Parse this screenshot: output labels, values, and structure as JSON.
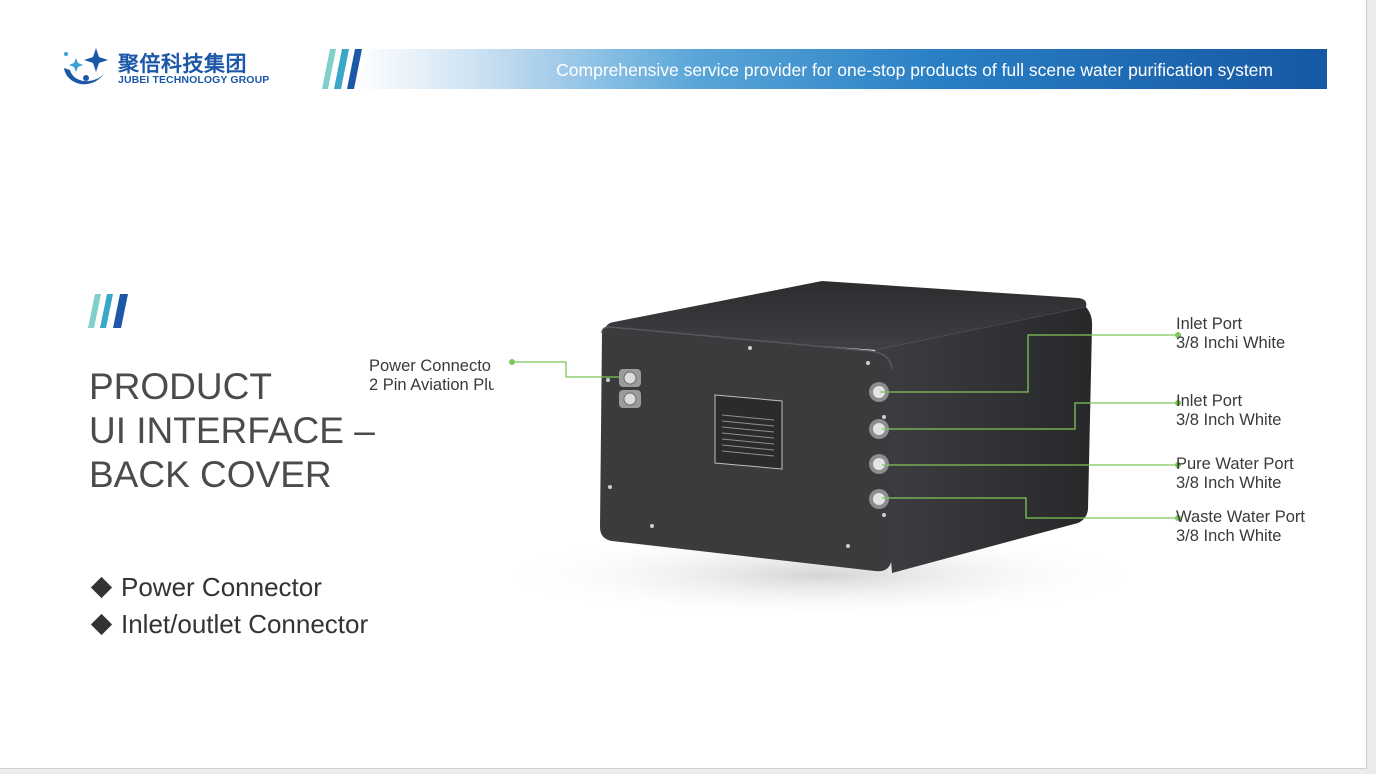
{
  "logo": {
    "name_cn": "聚倍科技集团",
    "name_en": "JUBEI TECHNOLOGY GROUP"
  },
  "banner": {
    "tagline": "Comprehensive service provider for one-stop products of full scene water purification system"
  },
  "title": {
    "line1": "PRODUCT",
    "line2": "UI INTERFACE –",
    "line3": "BACK COVER"
  },
  "bullets": [
    {
      "label": "Power Connector"
    },
    {
      "label": "Inlet/outlet Connector"
    }
  ],
  "callouts": {
    "power": {
      "line1": "Power Connecto",
      "line2": "2 Pin Aviation Plu"
    },
    "inlet1": {
      "line1": "Inlet Port",
      "line2": "3/8 Inchi White"
    },
    "inlet2": {
      "line1": "Inlet Port",
      "line2": "3/8 Inch White"
    },
    "pure": {
      "line1": "Pure Water Port",
      "line2": "3/8 Inch White"
    },
    "waste": {
      "line1": "Waste Water Port",
      "line2": "3/8 Inch White"
    }
  },
  "colors": {
    "brand_blue": "#1d58a8",
    "leader_green": "#7cc85a",
    "device_dark": "#3a3b3d"
  }
}
